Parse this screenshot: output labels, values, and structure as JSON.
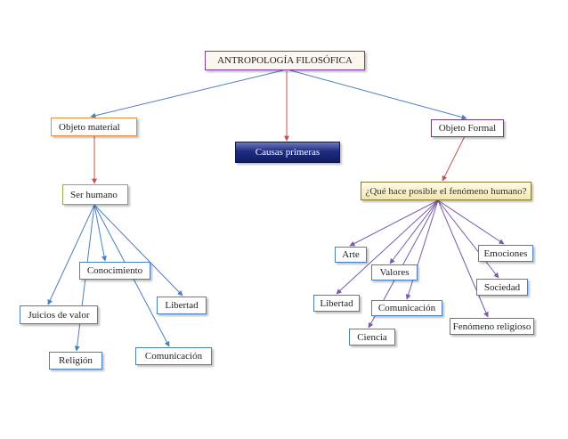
{
  "colors": {
    "accent": "#4a7fc0",
    "root_border": "#8a3aa8",
    "orange": "#e8893c",
    "purple": "#6b3a8c",
    "green": "#8cb050",
    "dark": "#1e2c80",
    "link_blue": "#4a7fc0",
    "link_purple": "#7a5aa8",
    "link_red": "#c8504a"
  },
  "diagram": {
    "root": "ANTROPOLOGÍA FILOSÓFICA",
    "objeto_material": "Objeto  material",
    "causas_primeras": "Causas primeras",
    "objeto_formal": "Objeto Formal",
    "ser_humano": "Ser humano",
    "pregunta": "¿Qué hace posible el fenómeno humano?",
    "left_children": {
      "conocimiento": "Conocimiento",
      "libertad": "Libertad",
      "juicios": "Juicios de valor",
      "religion": "Religión",
      "comunicacion": "Comunicación"
    },
    "right_children": {
      "arte": "Arte",
      "emociones": "Emociones",
      "valores": "Valores",
      "sociedad": "Sociedad",
      "libertad": "Libertad",
      "comunicacion": "Comunicación",
      "fenomeno": "Fenómeno religioso",
      "ciencia": "Ciencia"
    }
  }
}
